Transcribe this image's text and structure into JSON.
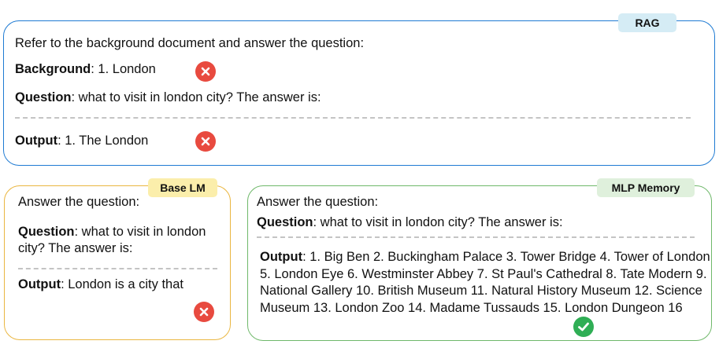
{
  "rag": {
    "tag": "RAG",
    "instruction": "Refer to the background document and answer the question:",
    "background_label": "Background",
    "background_text": ": 1. London",
    "question_label": "Question",
    "question_text": ": what to visit in london city? The answer is:",
    "output_label": "Output",
    "output_text": ": 1. The London",
    "colors": {
      "border": "#1f7bd3",
      "tag_bg": "#d5ecf5"
    }
  },
  "base_lm": {
    "tag": "Base LM",
    "instruction": "Answer the question:",
    "question_label": "Question",
    "question_text": ": what to visit in london city? The answer is:",
    "output_label": "Output",
    "output_text": ": London is a city that",
    "colors": {
      "border": "#eab640",
      "tag_bg": "#fbeeab"
    }
  },
  "mlp_memory": {
    "tag": "MLP Memory",
    "instruction": "Answer the question:",
    "question_label": "Question",
    "question_text": ": what to visit in london city? The answer is:",
    "output_label": "Output",
    "output_text": ": 1. Big Ben 2. Buckingham Palace 3. Tower Bridge 4. Tower of London 5. London Eye 6. Westminster Abbey 7. St Paul's Cathedral 8. Tate Modern 9. National Gallery 10. British Museum 11. Natural History Museum 12. Science Museum 13. London Zoo 14. Madame Tussauds 15. London Dungeon 16",
    "colors": {
      "border": "#6fb86a",
      "tag_bg": "#dff0dc"
    }
  },
  "icons": {
    "wrong": {
      "name": "x-circle-icon",
      "color": "#e84a3f"
    },
    "correct": {
      "name": "check-circle-icon",
      "color": "#2fae55"
    }
  }
}
